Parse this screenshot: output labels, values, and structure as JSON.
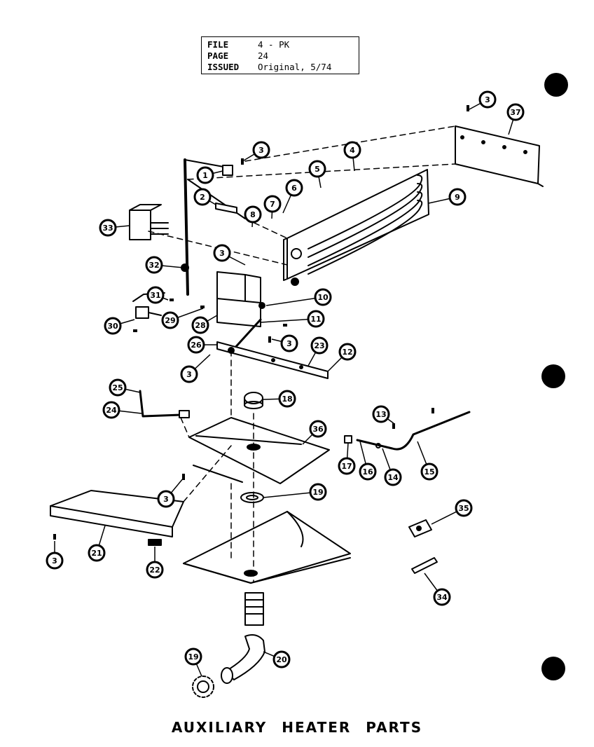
{
  "file_box": {
    "rows": [
      {
        "key": "FILE",
        "value": "4 - PK"
      },
      {
        "key": "PAGE",
        "value": "24"
      },
      {
        "key": "ISSUED",
        "value": "Original, 5/74"
      }
    ]
  },
  "title": "AUXILIARY HEATER PARTS",
  "callouts": [
    "1",
    "2",
    "3",
    "4",
    "5",
    "6",
    "7",
    "8",
    "9",
    "10",
    "11",
    "12",
    "13",
    "14",
    "15",
    "16",
    "17",
    "18",
    "19",
    "20",
    "21",
    "22",
    "23",
    "24",
    "25",
    "26",
    "28",
    "29",
    "30",
    "31",
    "32",
    "33",
    "34",
    "35",
    "36",
    "37"
  ]
}
